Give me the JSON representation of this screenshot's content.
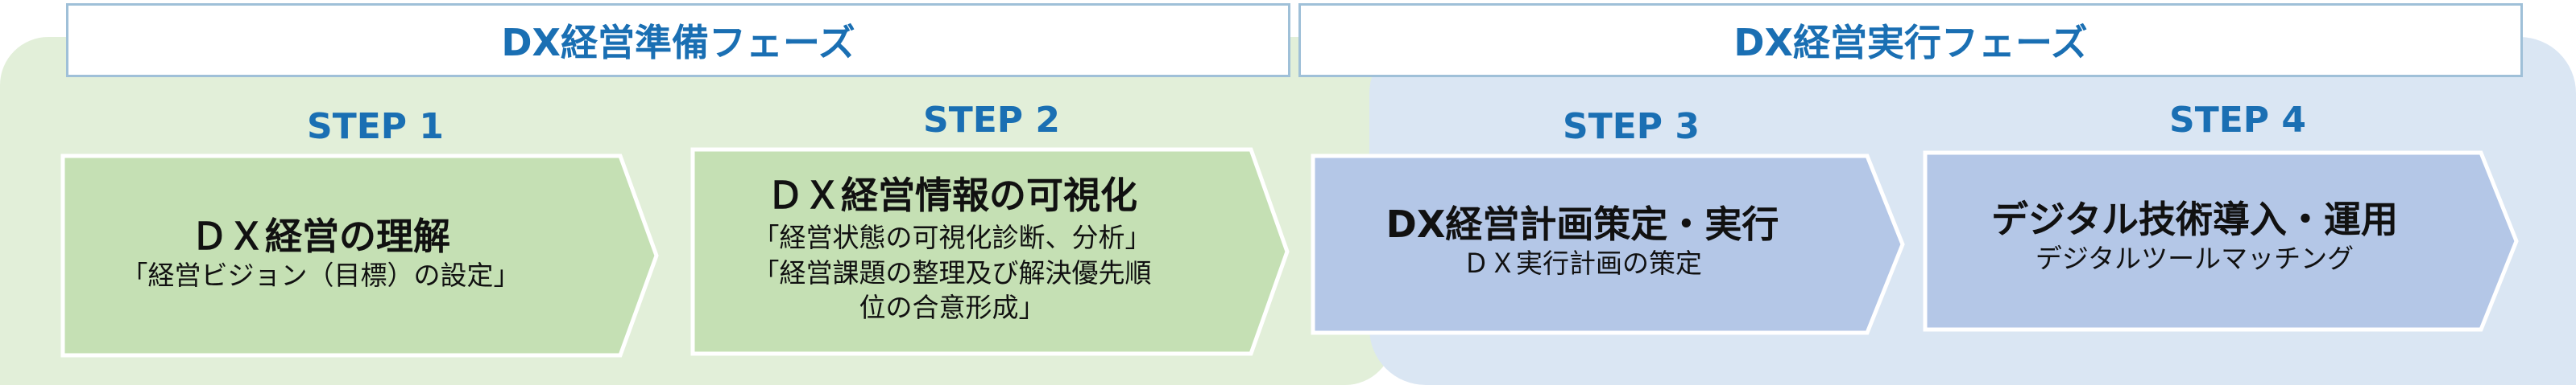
{
  "phases": {
    "prep": "DX経営準備フェーズ",
    "exec": "DX経営実行フェーズ"
  },
  "steps": [
    {
      "label": "STEP 1",
      "title": "ＤＸ経営の理解",
      "subs": [
        "「経営ビジョン（目標）の設定」"
      ]
    },
    {
      "label": "STEP 2",
      "title": "ＤＸ経営情報の可視化",
      "subs": [
        "「経営状態の可視化診断、分析」",
        "「経営課題の整理及び解決優先順",
        "位の合意形成」"
      ]
    },
    {
      "label": "STEP 3",
      "title": "DX経営計画策定・実行",
      "subs": [
        "ＤＸ実行計画の策定"
      ]
    },
    {
      "label": "STEP 4",
      "title": "デジタル技術導入・運用",
      "subs": [
        "デジタルツールマッチング"
      ]
    }
  ],
  "colors": {
    "prep_region": "#e2efd9",
    "exec_region": "#dae6f3",
    "green_card": "#c5e0b4",
    "blue_card": "#b4c7e7",
    "heading_blue": "#1a6fb3",
    "phase_border": "#9fc0d8"
  }
}
